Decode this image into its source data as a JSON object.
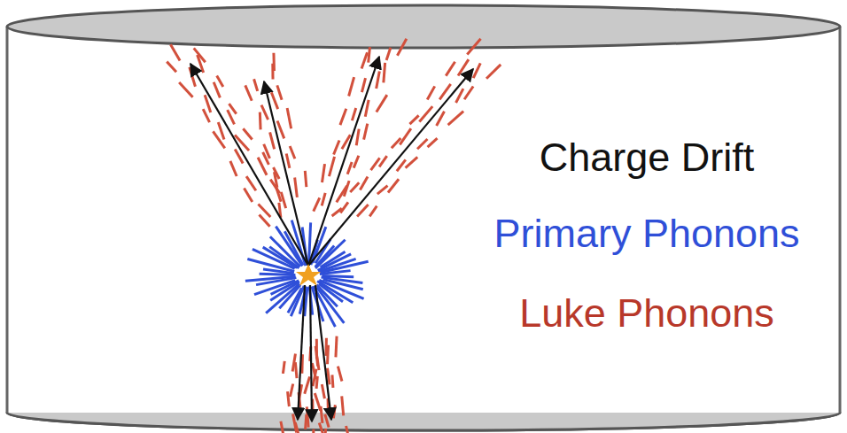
{
  "diagram": {
    "labels": [
      "Charge Drift",
      "Primary Phonons",
      "Luke Phonons"
    ]
  }
}
